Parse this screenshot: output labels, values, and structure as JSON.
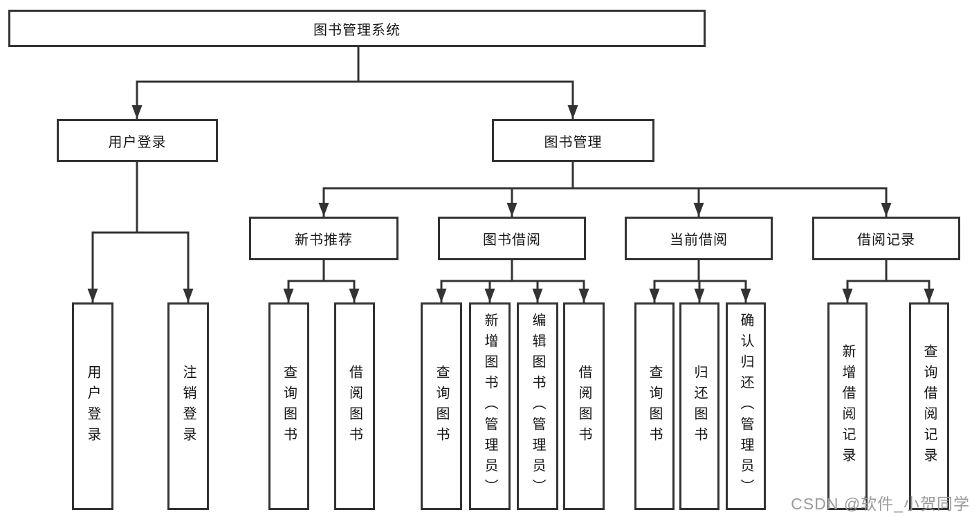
{
  "diagram": {
    "title_note": "functional structure tree",
    "root": {
      "label": "图书管理系统"
    },
    "branches": [
      {
        "label": "用户登录",
        "children": [
          {
            "label": "用户登录"
          },
          {
            "label": "注销登录"
          }
        ]
      },
      {
        "label": "图书管理",
        "children": [
          {
            "label": "新书推荐",
            "children": [
              {
                "label": "查询图书"
              },
              {
                "label": "借阅图书"
              }
            ]
          },
          {
            "label": "图书借阅",
            "children": [
              {
                "label": "查询图书"
              },
              {
                "label": "新增图书（管理员）"
              },
              {
                "label": "编辑图书（管理员）"
              },
              {
                "label": "借阅图书"
              }
            ]
          },
          {
            "label": "当前借阅",
            "children": [
              {
                "label": "查询图书"
              },
              {
                "label": "归还图书"
              },
              {
                "label": "确认归还（管理员）"
              }
            ]
          },
          {
            "label": "借阅记录",
            "children": [
              {
                "label": "新增借阅记录"
              },
              {
                "label": "查询借阅记录"
              }
            ]
          }
        ]
      }
    ],
    "watermark": "CSDN @软件_小贺同学",
    "colors": {
      "line": "#333333",
      "box_border": "#333333",
      "text": "#161616",
      "watermark": "#9b9b9b",
      "background": "#ffffff"
    }
  }
}
